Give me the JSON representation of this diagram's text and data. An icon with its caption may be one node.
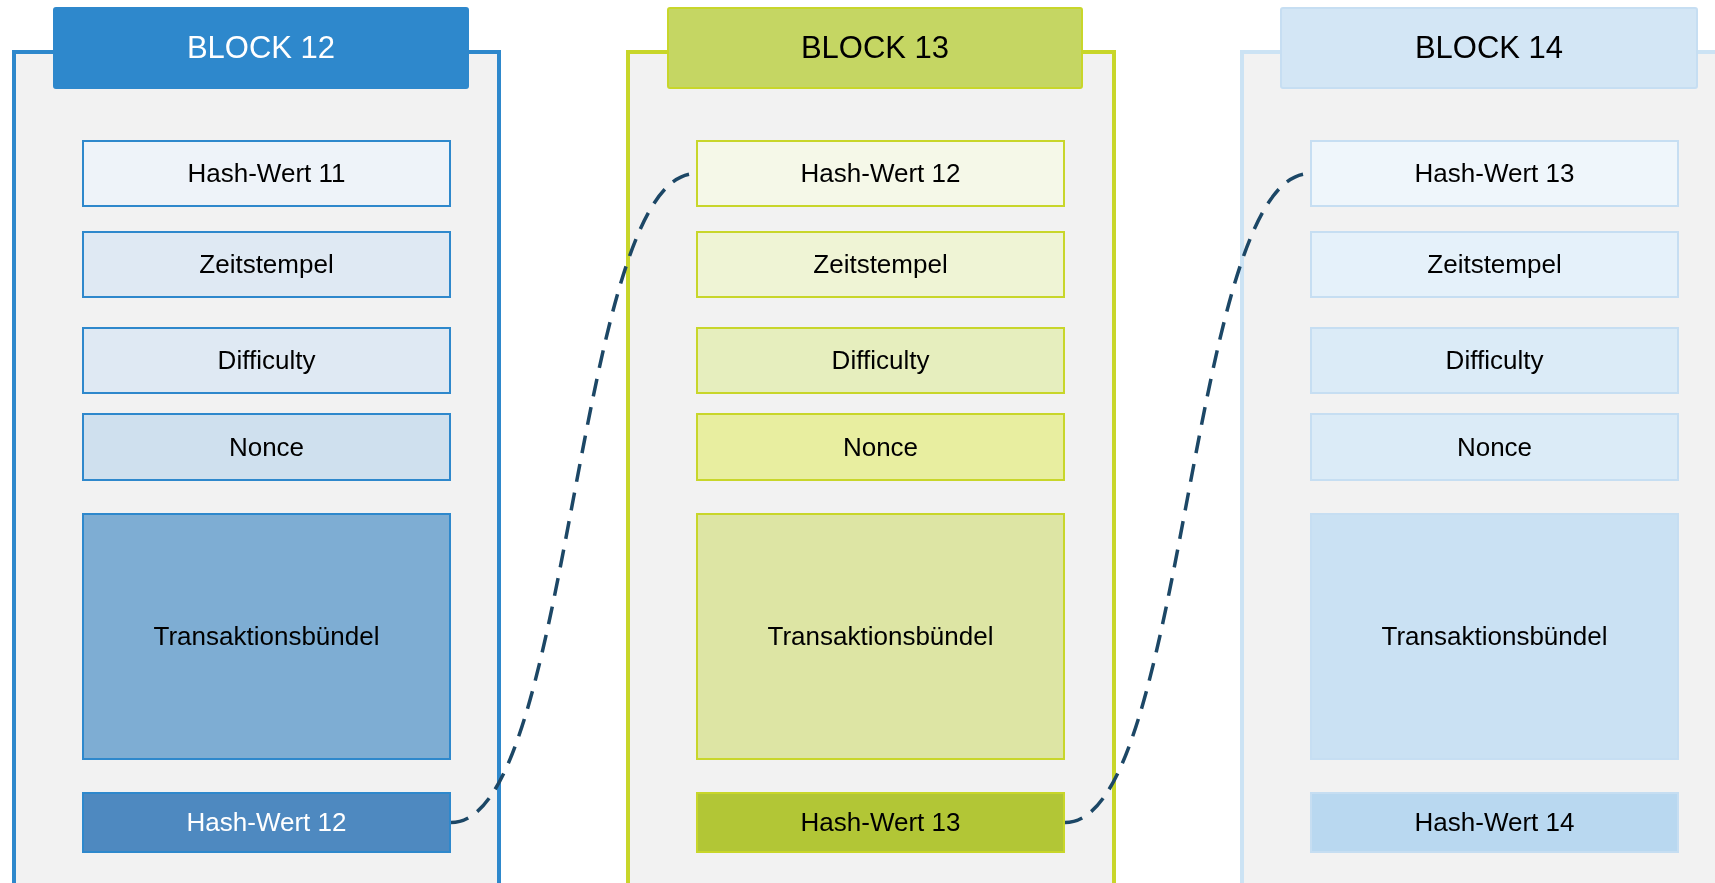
{
  "diagram": {
    "nodes": [
      {
        "text": [
          "BLOCK 12"
        ]
      },
      {
        "text": [
          "Hash-Wert 11"
        ],
        "in": 0
      },
      {
        "text": [
          "Zeitstempel"
        ],
        "in": 0
      },
      {
        "text": [
          "Difficulty"
        ],
        "in": 0
      },
      {
        "text": [
          "Nonce"
        ],
        "in": 0
      },
      {
        "text": [
          "Transaktionsbündel"
        ],
        "in": 0
      },
      {
        "text": [
          "Hash-Wert 12"
        ],
        "in": 0
      },
      {
        "text": [
          "BLOCK 13"
        ]
      },
      {
        "text": [
          "Hash-Wert 12"
        ],
        "in": 7
      },
      {
        "text": [
          "Zeitstempel"
        ],
        "in": 7
      },
      {
        "text": [
          "Difficulty"
        ],
        "in": 7
      },
      {
        "text": [
          "Nonce"
        ],
        "in": 7
      },
      {
        "text": [
          "Transaktionsbündel"
        ],
        "in": 7
      },
      {
        "text": [
          "Hash-Wert 13"
        ],
        "in": 7
      },
      {
        "text": [
          "BLOCK 14"
        ]
      },
      {
        "text": [
          "Hash-Wert 13"
        ],
        "in": 14
      },
      {
        "text": [
          "Zeitstempel"
        ],
        "in": 14
      },
      {
        "text": [
          "Difficulty"
        ],
        "in": 14
      },
      {
        "text": [
          "Nonce"
        ],
        "in": 14
      },
      {
        "text": [
          "Transaktionsbündel"
        ],
        "in": 14
      },
      {
        "text": [
          "Hash-Wert 14"
        ],
        "in": 14
      }
    ],
    "edges": [
      {
        "from": 6,
        "to": 8,
        "arrow": "none",
        "style": "dashed"
      },
      {
        "from": 13,
        "to": 15,
        "arrow": "none",
        "style": "dashed"
      }
    ]
  }
}
